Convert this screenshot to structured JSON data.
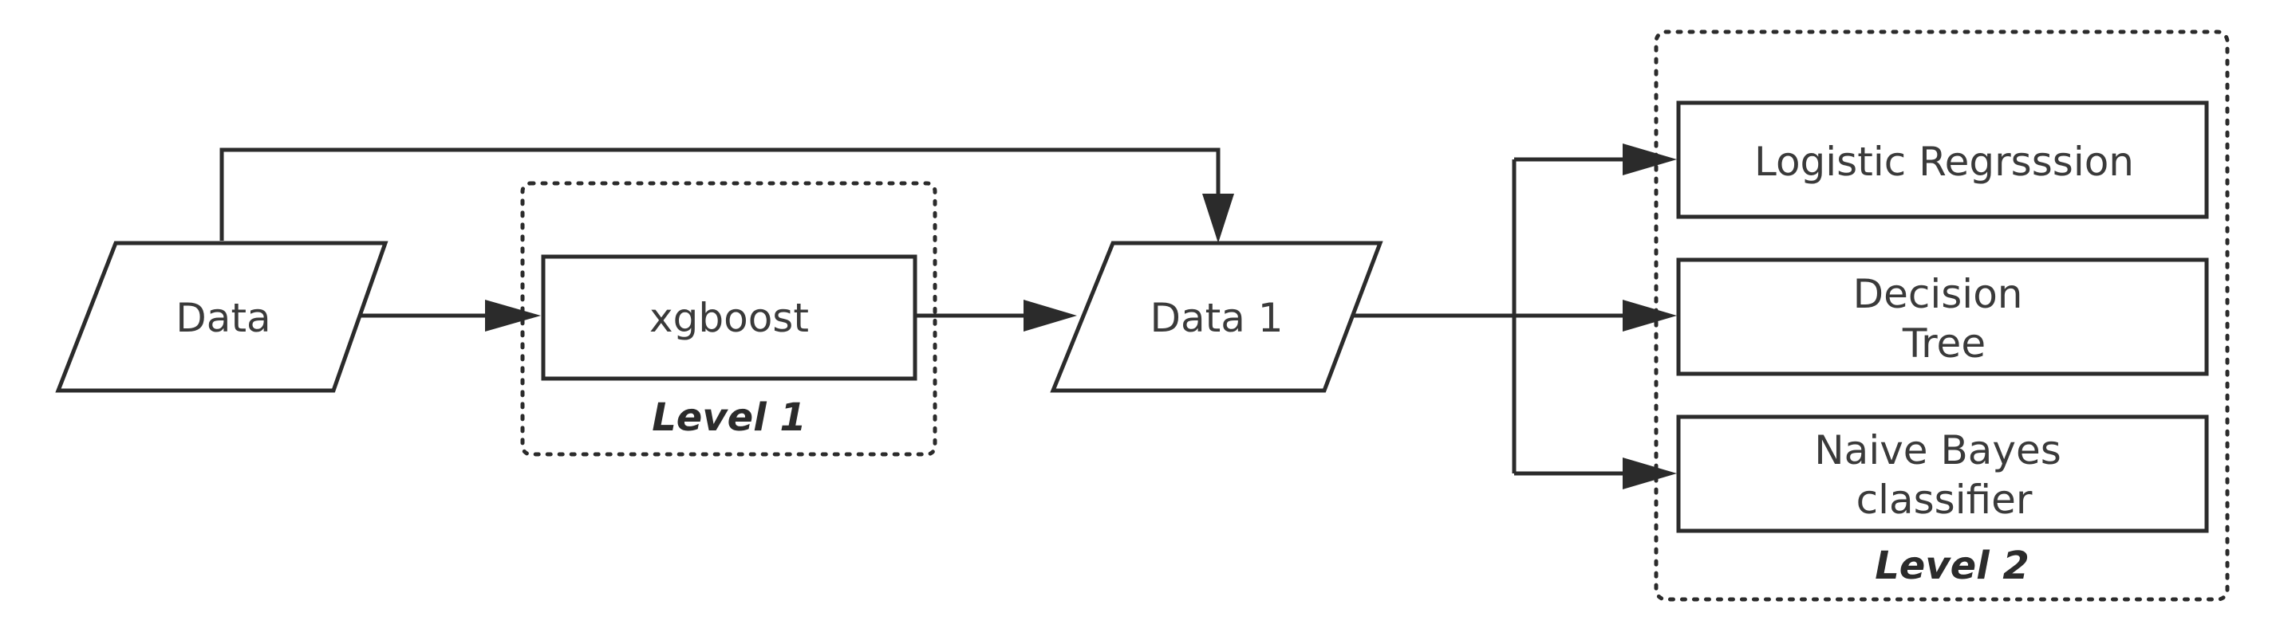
{
  "nodes": {
    "data": {
      "label": "Data"
    },
    "xgboost": {
      "label": "xgboost"
    },
    "data1": {
      "label": "Data 1"
    },
    "logistic": {
      "label": "Logistic Regrsssion"
    },
    "decision_tree": {
      "lines": [
        "Decision",
        "Tree"
      ]
    },
    "naive_bayes": {
      "lines": [
        "Naive Bayes",
        "classifier"
      ]
    }
  },
  "groups": {
    "level1": {
      "label": "Level 1"
    },
    "level2": {
      "label": "Level 2"
    }
  },
  "colors": {
    "stroke": "#2b2b2b",
    "text": "#3a3a3a",
    "background": "#ffffff"
  }
}
